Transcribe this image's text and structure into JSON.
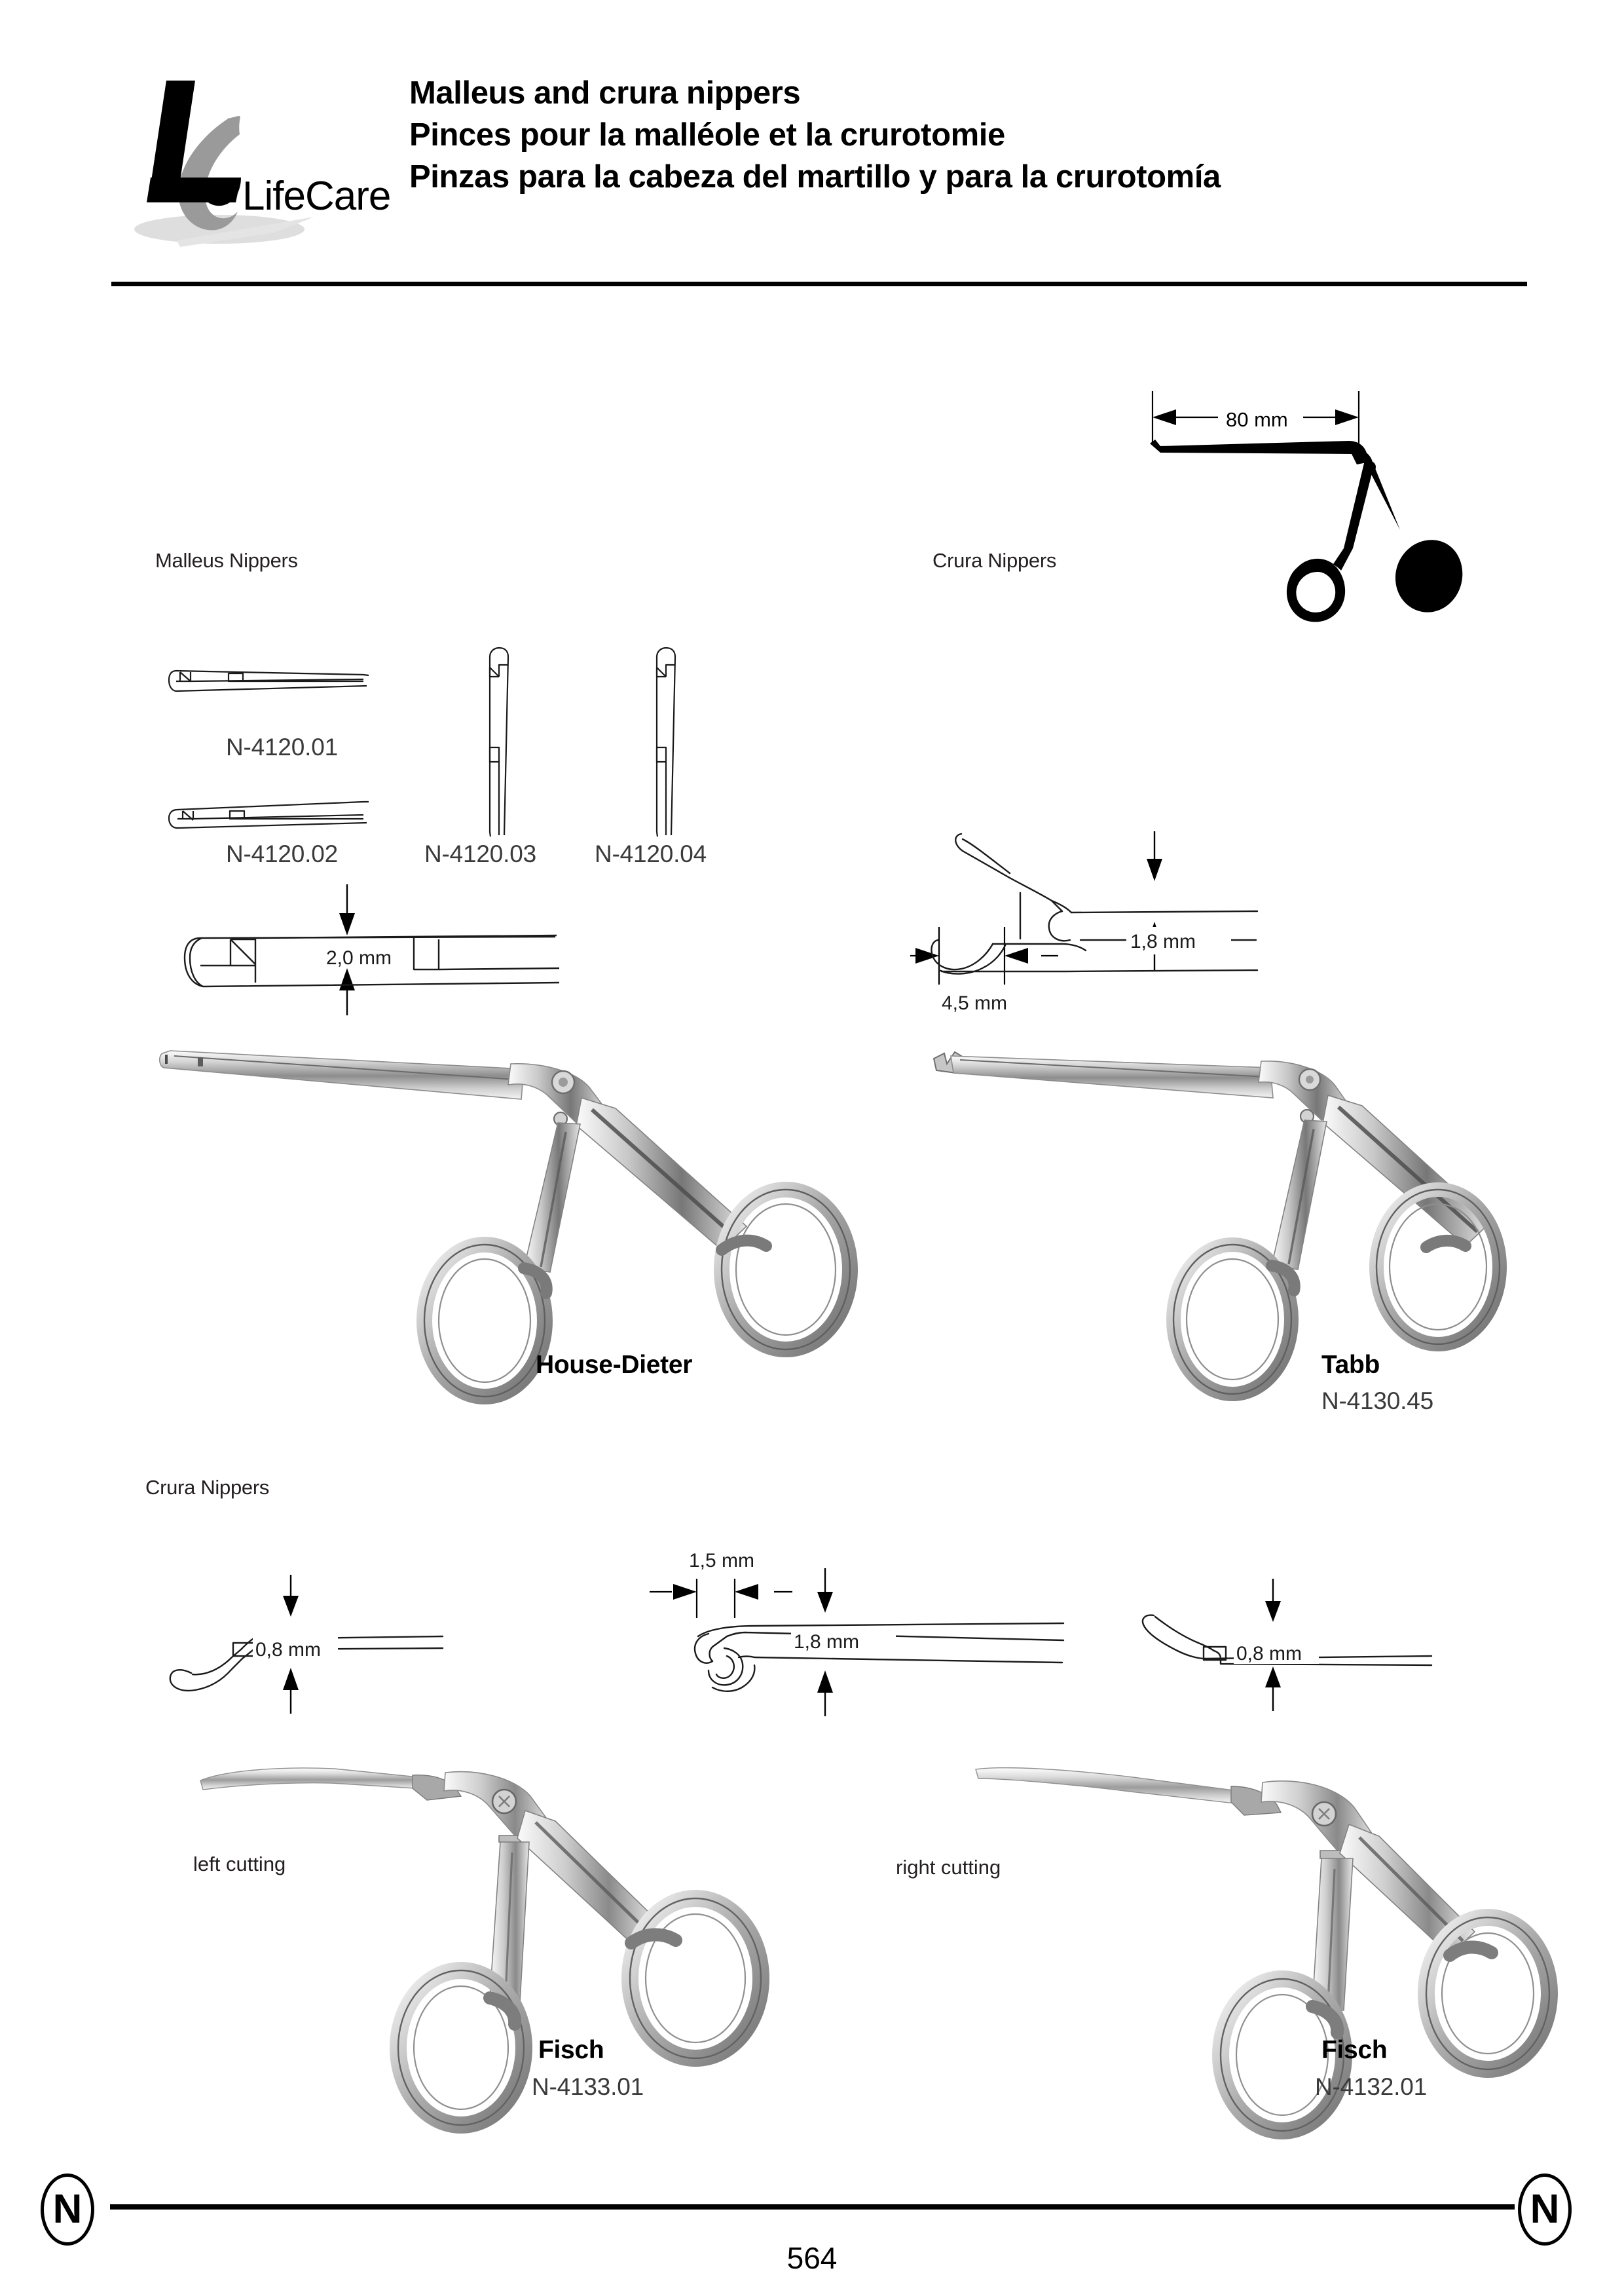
{
  "header": {
    "logo_text": "LifeCare",
    "titles": [
      "Malleus and crura nippers",
      "Pinces pour la malléole et la crurotomie",
      "Pinzas para la cabeza del martillo y para la crurotomía"
    ]
  },
  "sections": {
    "malleus_label": "Malleus Nippers",
    "crura_label_top": "Crura Nippers",
    "crura_label_bottom": "Crura Nippers"
  },
  "malleus_parts": [
    {
      "code": "N-4120.01"
    },
    {
      "code": "N-4120.02"
    },
    {
      "code": "N-4120.03"
    },
    {
      "code": "N-4120.04"
    }
  ],
  "dimensions": {
    "malleus_jaw": "2,0 mm",
    "crura_top_length": "80 mm",
    "crura_top_height": "1,8 mm",
    "crura_top_width": "4,5 mm",
    "crura_left_height": "0,8 mm",
    "crura_mid_width": "1,5 mm",
    "crura_mid_height": "1,8 mm",
    "crura_right_height": "0,8 mm"
  },
  "instruments": [
    {
      "name": "House-Dieter",
      "code": ""
    },
    {
      "name": "Tabb",
      "code": "N-4130.45"
    },
    {
      "name": "Fisch",
      "code": "N-4133.01",
      "cutting": "left cutting"
    },
    {
      "name": "Fisch",
      "code": "N-4132.01",
      "cutting": "right cutting"
    }
  ],
  "footer": {
    "index_letter_left": "N",
    "index_letter_right": "N",
    "page_number": "564"
  },
  "colors": {
    "ink": "#000000",
    "label_grey": "#231f20",
    "catalog_grey": "#3a3a3a",
    "logo_grey": "#9a9a9a",
    "logo_shadow": "#d8d8d8",
    "steel_light": "#e9e9e9",
    "steel_mid": "#b7b7b7",
    "steel_dark": "#6e6e6e"
  }
}
